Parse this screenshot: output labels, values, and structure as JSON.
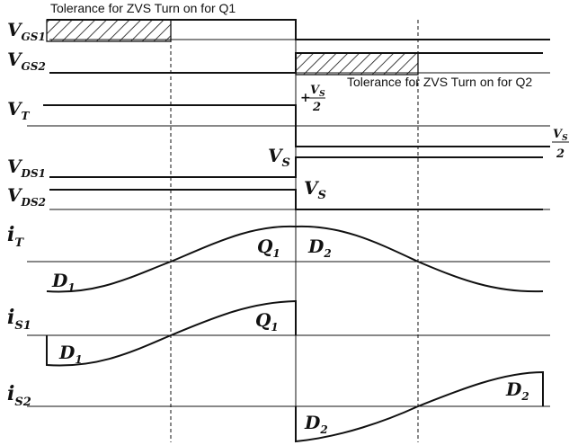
{
  "annotations": {
    "q1_tolerance": "Tolerance for ZVS Turn on for Q1",
    "q2_tolerance": "Tolerance for ZVS Turn on for Q2"
  },
  "signals": {
    "vgs1": {
      "main": "V",
      "sub": "GS1"
    },
    "vgs2": {
      "main": "V",
      "sub": "GS2"
    },
    "vt": {
      "main": "V",
      "sub": "T"
    },
    "vds1": {
      "main": "V",
      "sub": "DS1"
    },
    "vds2": {
      "main": "V",
      "sub": "DS2"
    },
    "it": {
      "main": "i",
      "sub": "T"
    },
    "is1": {
      "main": "i",
      "sub": "S1"
    },
    "is2": {
      "main": "i",
      "sub": "S2"
    }
  },
  "labels": {
    "vs_half_plus": {
      "sign": "+",
      "num": "V",
      "num_sub": "S",
      "den": "2"
    },
    "vs_half_minus": {
      "num": "V",
      "num_sub": "S",
      "den": "2"
    },
    "vs_vds1": {
      "main": "V",
      "sub": "S"
    },
    "vs_vds2": {
      "main": "V",
      "sub": "S"
    },
    "it_d1": {
      "main": "D",
      "sub": "1"
    },
    "it_q1": {
      "main": "Q",
      "sub": "1"
    },
    "it_d2": {
      "main": "D",
      "sub": "2"
    },
    "is1_d1": {
      "main": "D",
      "sub": "1"
    },
    "is1_q1": {
      "main": "Q",
      "sub": "1"
    },
    "is2_d2_left": {
      "main": "D",
      "sub": "2"
    },
    "is2_d2_right": {
      "main": "D",
      "sub": "2"
    }
  }
}
